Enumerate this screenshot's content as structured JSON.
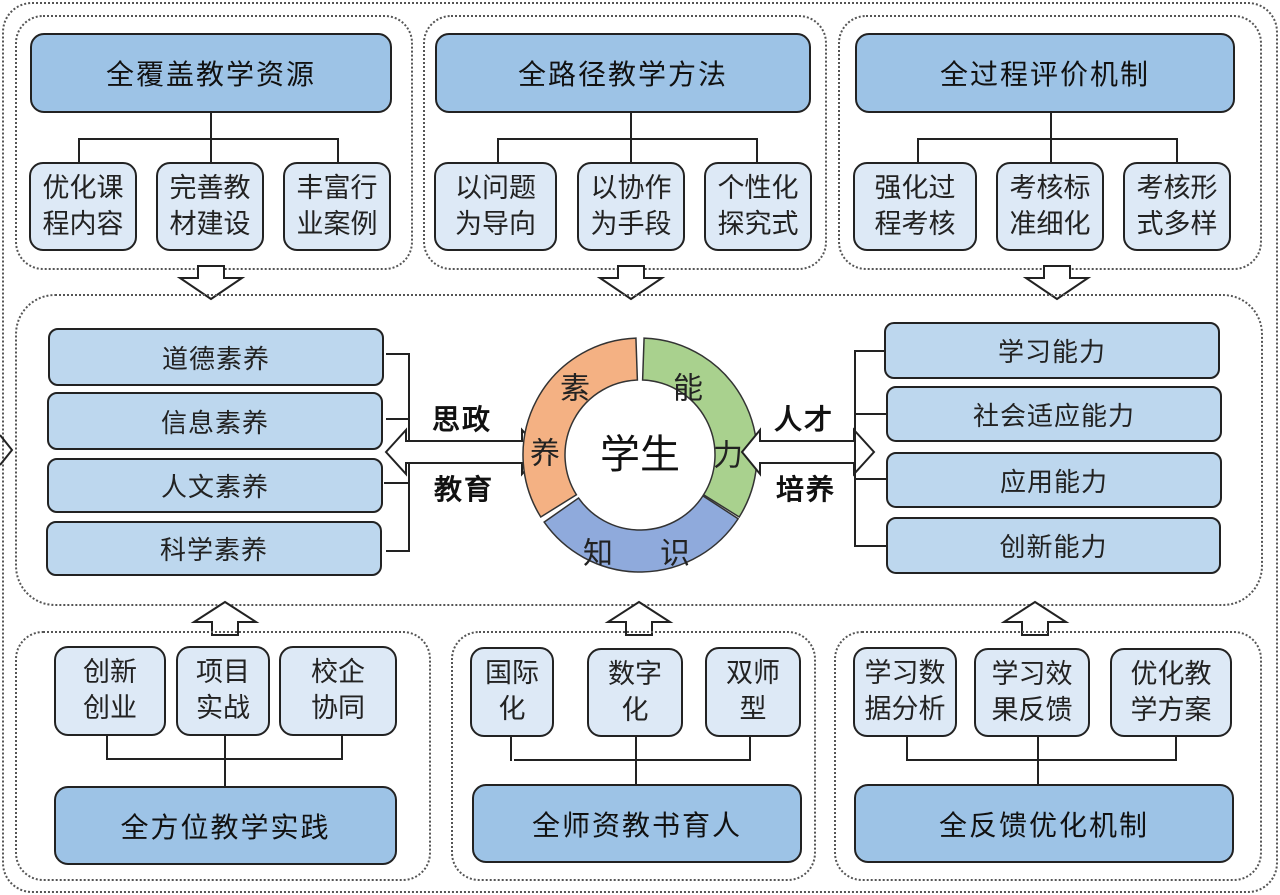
{
  "top_modules": [
    {
      "title": "全覆盖教学资源",
      "items": [
        "优化课\n程内容",
        "完善教\n材建设",
        "丰富行\n业案例"
      ]
    },
    {
      "title": "全路径教学方法",
      "items": [
        "以问题\n为导向",
        "以协作\n为手段",
        "个性化\n探究式"
      ]
    },
    {
      "title": "全过程评价机制",
      "items": [
        "强化过\n程考核",
        "考核标\n准细化",
        "考核形\n式多样"
      ]
    }
  ],
  "bottom_modules": [
    {
      "title": "全方位教学实践",
      "items": [
        "创新\n创业",
        "项目\n实战",
        "校企\n协同"
      ]
    },
    {
      "title": "全师资教书育人",
      "items": [
        "国际\n化",
        "数字\n化",
        "双师\n型"
      ]
    },
    {
      "title": "全反馈优化机制",
      "items": [
        "学习数\n据分析",
        "学习效\n果反馈",
        "优化教\n学方案"
      ]
    }
  ],
  "center": {
    "left_list": [
      "道德素养",
      "信息素养",
      "人文素养",
      "科学素养"
    ],
    "left_arrow_label": [
      "思政",
      "教育"
    ],
    "right_list": [
      "学习能力",
      "社会适应能力",
      "应用能力",
      "创新能力"
    ],
    "right_arrow_label": [
      "人才",
      "培养"
    ],
    "ring": {
      "center_text": "学生",
      "segments": [
        {
          "name": "素养",
          "chars": [
            "素",
            "养"
          ],
          "color": "#f4b183"
        },
        {
          "name": "能力",
          "chars": [
            "能",
            "力"
          ],
          "color": "#a9d18e"
        },
        {
          "name": "知识",
          "chars": [
            "知",
            "识"
          ],
          "color": "#8faadc"
        }
      ]
    }
  },
  "colors": {
    "header_fill": "#9dc3e6",
    "sub_fill": "#dde9f6",
    "bar_fill": "#bdd7ee",
    "ring_orange": "#f4b183",
    "ring_green": "#a9d18e",
    "ring_blue": "#8faadc"
  }
}
